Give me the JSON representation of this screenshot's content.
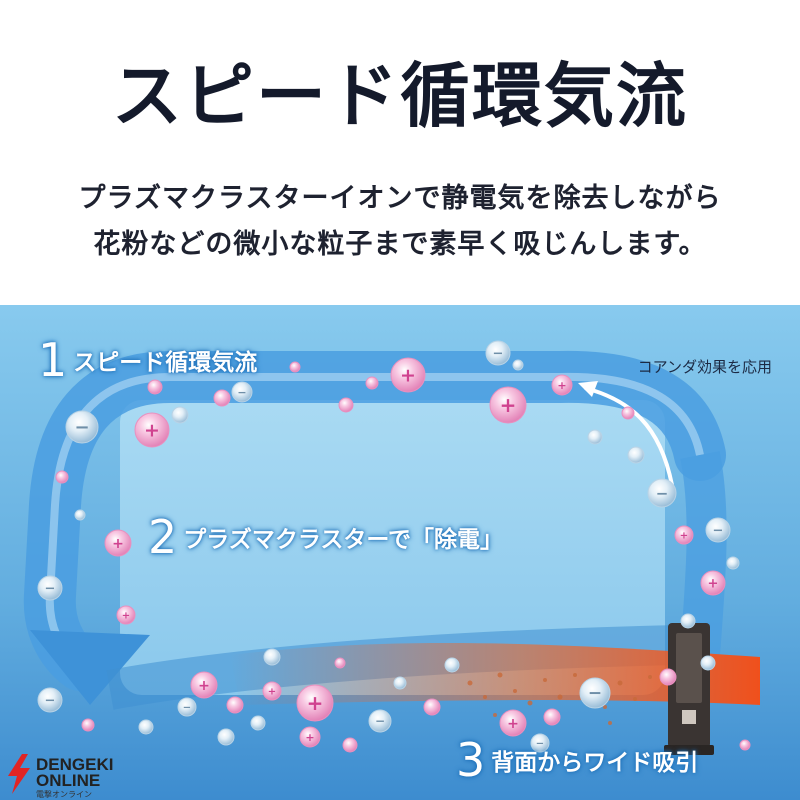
{
  "title": "スピード循環気流",
  "subtitle": {
    "line1": "プラズマクラスターイオンで静電気を除去しながら",
    "line2": "花粉などの微小な粒子まで素早く吸じんします。"
  },
  "diagram": {
    "step1": {
      "number": "1",
      "label": "スピード循環気流"
    },
    "step2": {
      "number": "2",
      "label": "プラズマクラスターで「除電」"
    },
    "step3": {
      "number": "3",
      "label": "背面からワイド吸引"
    },
    "coanda_label": "コアンダ効果を応用",
    "colors": {
      "sky_top": "#7fc4ea",
      "sky_bottom": "#3f8fd2",
      "airflow": "#4a9de0",
      "airflow_light": "#bfe2f7",
      "suction": "#f15a22",
      "plus_ion": "#f4a9cf",
      "minus_ion": "#d4e7f4"
    },
    "ions": {
      "plus_symbol": "+",
      "minus_symbol": "−"
    }
  },
  "logo": {
    "line1": "DENGEKI",
    "line2": "ONLINE",
    "sub": "電撃オンライン"
  }
}
